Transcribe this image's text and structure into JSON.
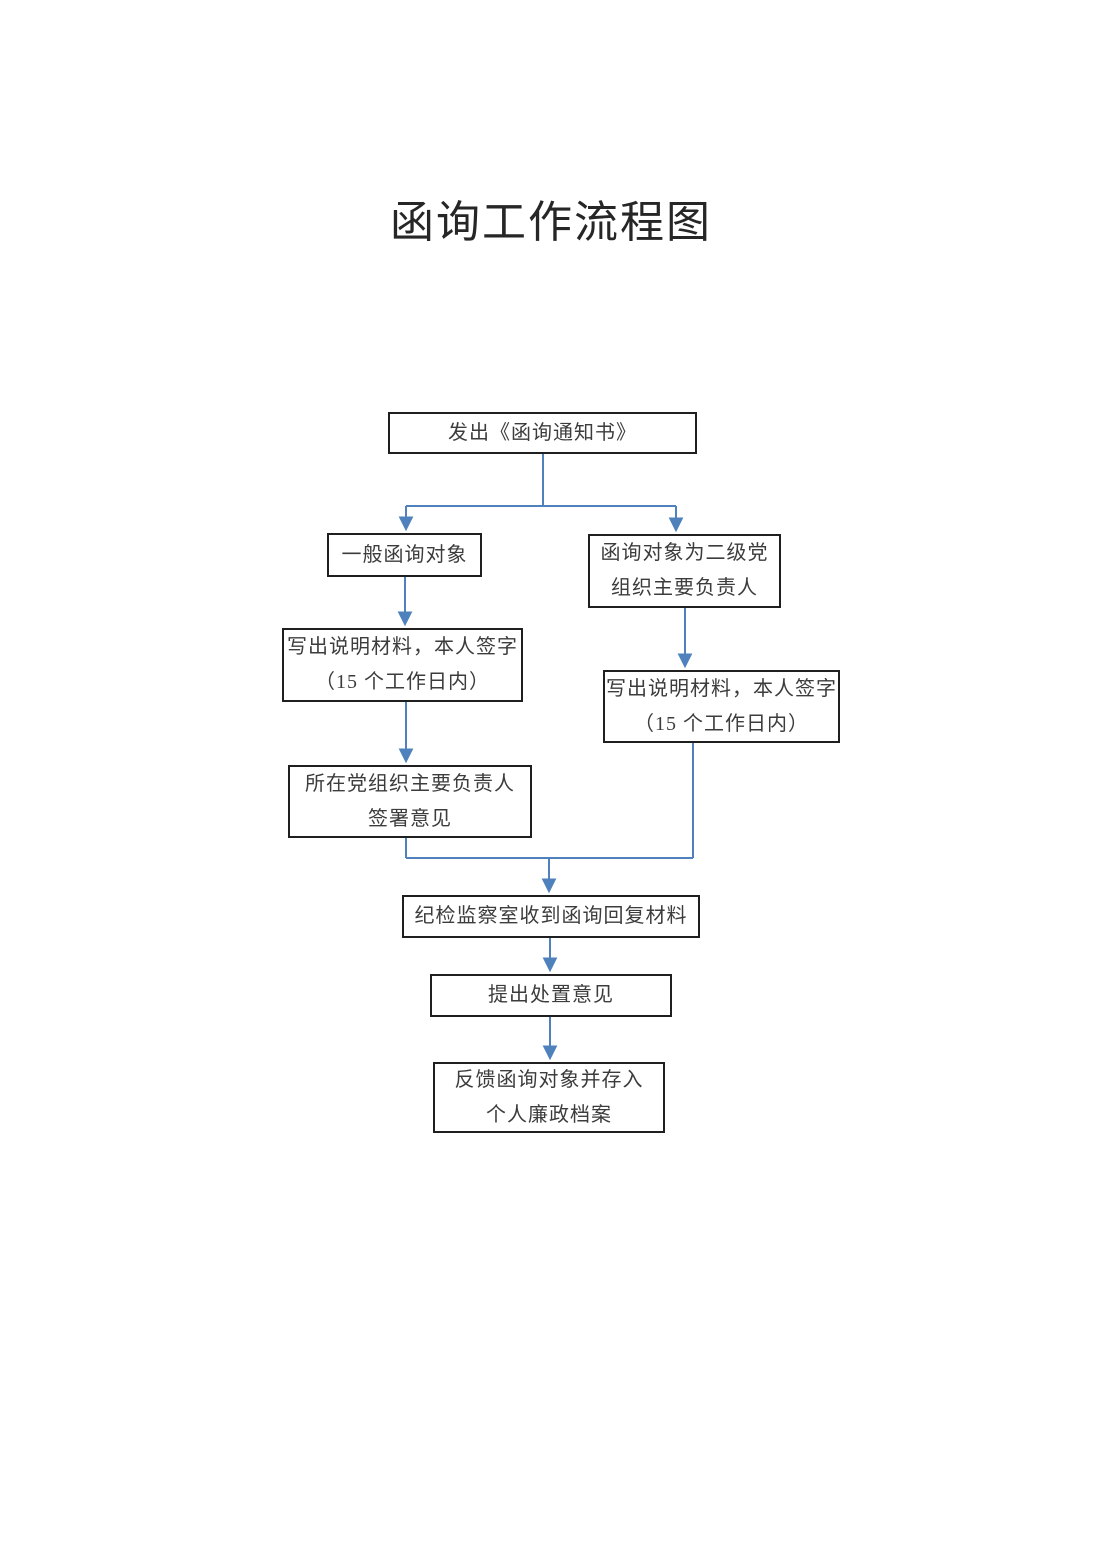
{
  "title": "函询工作流程图",
  "colors": {
    "connector": "#4f81bd",
    "box_border": "#1f1f1f",
    "text": "#3c3c3c",
    "page_background": "#ffffff"
  },
  "flowchart": {
    "nodes": {
      "issue": {
        "lines": [
          "发出《函询通知书》"
        ]
      },
      "general": {
        "lines": [
          "一般函询对象"
        ]
      },
      "secondary": {
        "lines": [
          "函询对象为二级党",
          "组织主要负责人"
        ]
      },
      "write_left": {
        "lines": [
          "写出说明材料，本人签字",
          "（15 个工作日内）"
        ]
      },
      "write_right": {
        "lines": [
          "写出说明材料，本人签字",
          "（15 个工作日内）"
        ]
      },
      "sign": {
        "lines": [
          "所在党组织主要负责人",
          "签署意见"
        ]
      },
      "receive": {
        "lines": [
          "纪检监察室收到函询回复材料"
        ]
      },
      "propose": {
        "lines": [
          "提出处置意见"
        ]
      },
      "feedback": {
        "lines": [
          "反馈函询对象并存入",
          "个人廉政档案"
        ]
      }
    }
  }
}
